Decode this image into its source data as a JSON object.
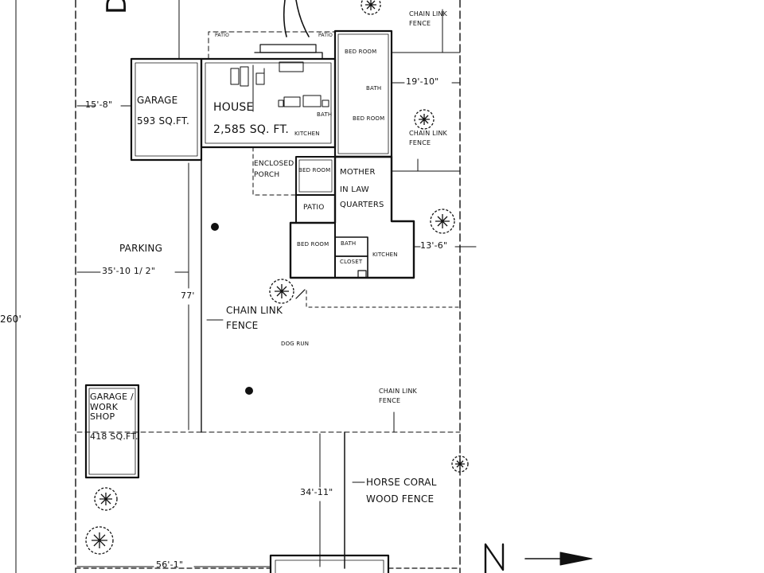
{
  "labels": {
    "driveway": "DR",
    "garage": {
      "name": "GARAGE",
      "area": "593 SQ.FT."
    },
    "house": {
      "name": "HOUSE",
      "area": "2,585 SQ. FT."
    },
    "patio_top_left": "PATIO",
    "patio_top_right": "PATIO",
    "bedroom_top": "BED ROOM",
    "bath_top": "BATH",
    "bedroom_mid": "BED ROOM",
    "house_bath": "BATH",
    "house_kitchen": "KITCHEN",
    "enclosed_porch": [
      "ENCLOSED",
      "PORCH"
    ],
    "bedroom_porch": "BED ROOM",
    "patio_mil": "PATIO",
    "mother_in_law": [
      "MOTHER",
      "IN LAW",
      "QUARTERS"
    ],
    "bedroom_mil": "BED ROOM",
    "bath_mil": "BATH",
    "closet_mil": "CLOSET",
    "kitchen_mil": "KITCHEN",
    "chain_link_top": [
      "CHAIN LINK",
      "FENCE"
    ],
    "chain_link_right": [
      "CHAIN LINK",
      "FENCE"
    ],
    "chain_link_dogrun": [
      "CHAIN LINK",
      "FENCE"
    ],
    "chain_link_bottom": [
      "CHAIN LINK",
      "FENCE"
    ],
    "parking": "PARKING",
    "dog_run": "DOG RUN",
    "workshop": [
      "GARAGE /",
      "WORK",
      "SHOP",
      "418 SQ.FT."
    ],
    "horse_coral": [
      "HORSE CORAL",
      "WOOD FENCE"
    ],
    "north": "N"
  },
  "dimensions": {
    "garage_side": "15'-8\"",
    "right_top": "19'-10\"",
    "right_mil": "13'-6\"",
    "parking_width": "35'-10 1/ 2\"",
    "parking_depth": "77'",
    "lot_depth": "260'",
    "coral_depth": "34'-11\"",
    "bottom_width": "56'-1\""
  }
}
